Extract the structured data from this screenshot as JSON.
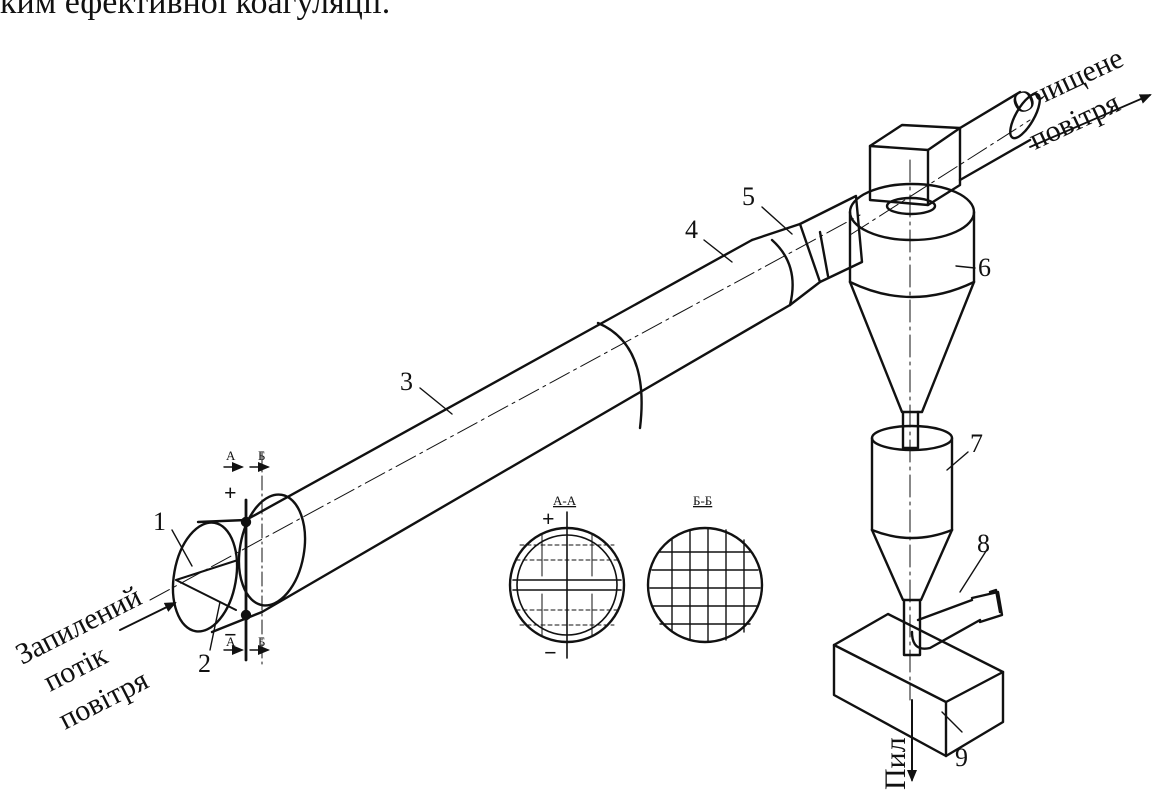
{
  "caption": {
    "fragment": "ким ефективної коагуляції."
  },
  "labels": {
    "n1": "1",
    "n2": "2",
    "n3": "3",
    "n4": "4",
    "n5": "5",
    "n6": "6",
    "n7": "7",
    "n8": "8",
    "n9": "9"
  },
  "inlet": {
    "line1": "Запилений",
    "line2": "потік",
    "line3": "повітря"
  },
  "outlet": {
    "line1": "Очищене",
    "line2": "повітря"
  },
  "dust": "Пил",
  "section_marks": {
    "a_top": "А",
    "b_top": "Б",
    "a_bottom": "А",
    "b_bottom": "Б",
    "plus": "+",
    "minus": "−"
  },
  "sections": {
    "aa_title": "А-А",
    "bb_title": "Б-Б",
    "aa_plus": "+",
    "aa_minus": "−"
  }
}
